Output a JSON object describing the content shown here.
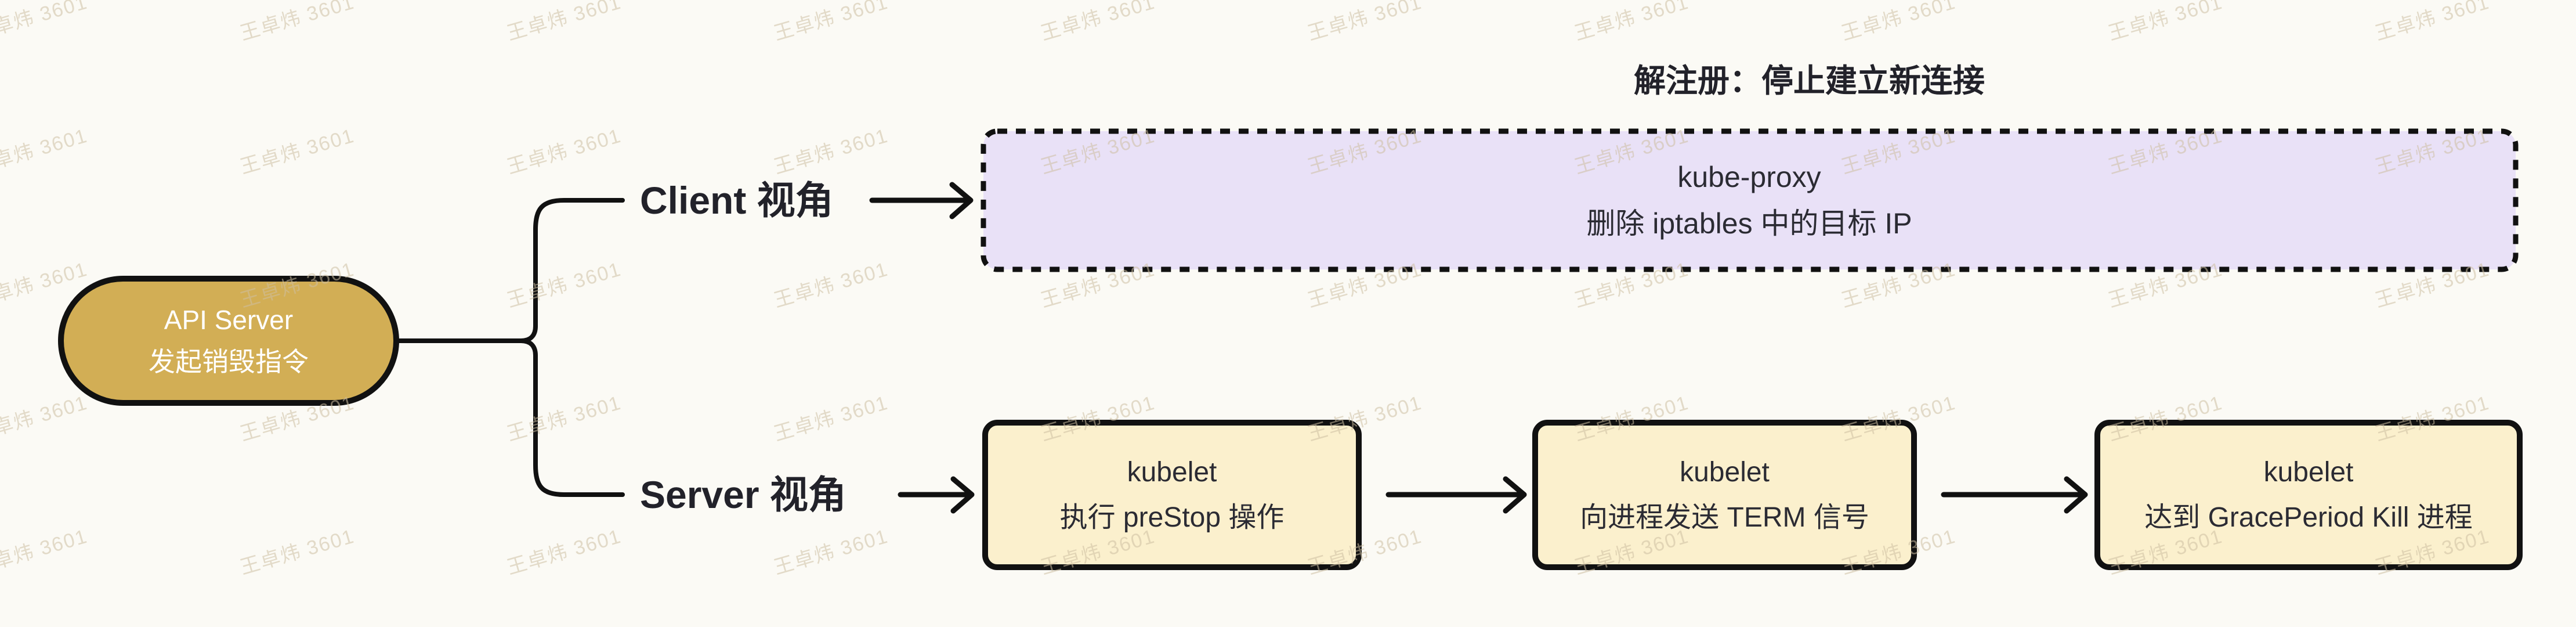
{
  "root": {
    "line1": "API Server",
    "line2": "发起销毁指令"
  },
  "branches": {
    "client": {
      "label": "Client 视角"
    },
    "server": {
      "label": "Server 视角"
    }
  },
  "client_flow": {
    "annotation": "解注册：停止建立新连接",
    "node": {
      "line1": "kube-proxy",
      "line2": "删除 iptables 中的目标 IP"
    }
  },
  "server_flow": {
    "steps": [
      {
        "line1": "kubelet",
        "line2": "执行 preStop 操作"
      },
      {
        "line1": "kubelet",
        "line2": "向进程发送 TERM 信号"
      },
      {
        "line1": "kubelet",
        "line2": "达到 GracePeriod Kill 进程"
      }
    ]
  },
  "watermark": {
    "text": "王卓炜 3601"
  },
  "colors": {
    "background": "#fbfaf5",
    "stroke": "#111111",
    "root_fill": "#d2ae55",
    "step_fill": "#fbf0cd",
    "client_fill": "#e9e1f7"
  }
}
